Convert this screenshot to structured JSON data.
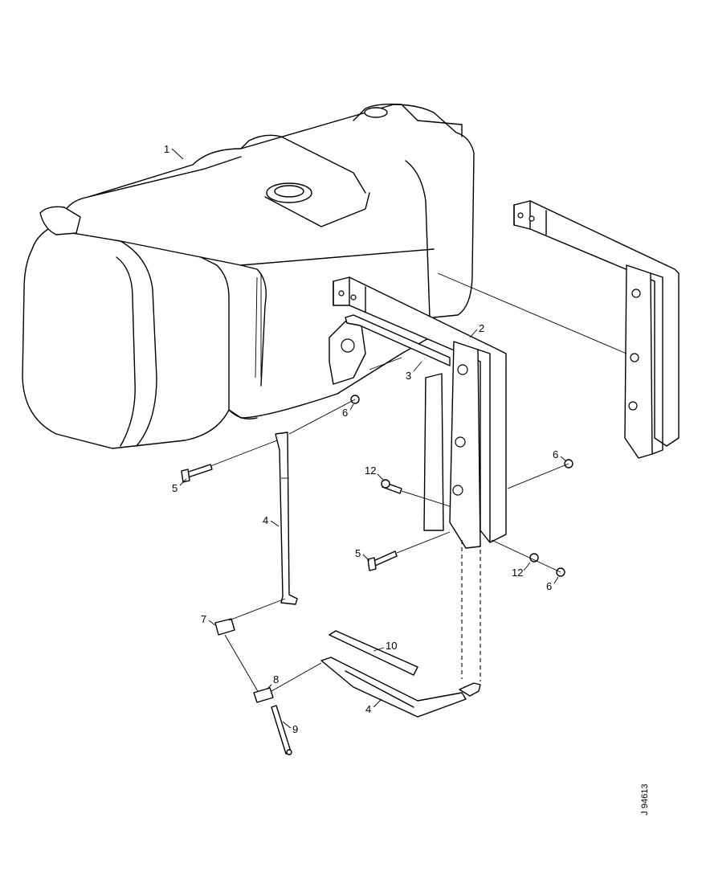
{
  "callouts": [
    "1",
    "2",
    "3",
    "4",
    "4",
    "5",
    "5",
    "6",
    "6",
    "6",
    "7",
    "8",
    "9",
    "10",
    "12",
    "12"
  ],
  "reference_code": "J 94613",
  "colors": {
    "line": "#000000",
    "background": "#ffffff"
  }
}
